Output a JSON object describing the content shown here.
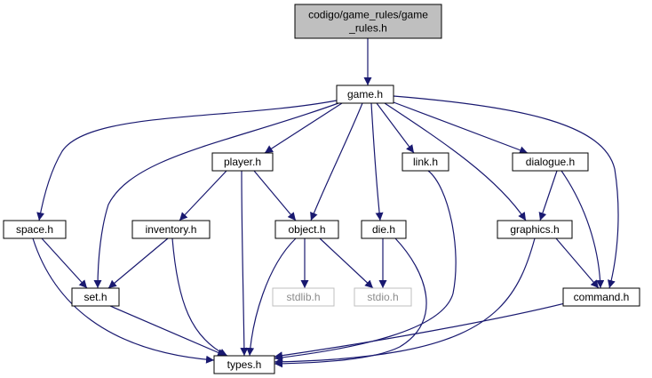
{
  "graph": {
    "nodes": [
      {
        "id": "root",
        "lines": [
          "codigo/game_rules/game",
          "_rules.h"
        ],
        "style": "root"
      },
      {
        "id": "game",
        "lines": [
          "game.h"
        ],
        "style": "normal"
      },
      {
        "id": "player",
        "lines": [
          "player.h"
        ],
        "style": "normal"
      },
      {
        "id": "link",
        "lines": [
          "link.h"
        ],
        "style": "normal"
      },
      {
        "id": "dialogue",
        "lines": [
          "dialogue.h"
        ],
        "style": "normal"
      },
      {
        "id": "space",
        "lines": [
          "space.h"
        ],
        "style": "normal"
      },
      {
        "id": "inventory",
        "lines": [
          "inventory.h"
        ],
        "style": "normal"
      },
      {
        "id": "object",
        "lines": [
          "object.h"
        ],
        "style": "normal"
      },
      {
        "id": "die",
        "lines": [
          "die.h"
        ],
        "style": "normal"
      },
      {
        "id": "graphics",
        "lines": [
          "graphics.h"
        ],
        "style": "normal"
      },
      {
        "id": "set",
        "lines": [
          "set.h"
        ],
        "style": "normal"
      },
      {
        "id": "stdlib",
        "lines": [
          "stdlib.h"
        ],
        "style": "external"
      },
      {
        "id": "stdio",
        "lines": [
          "stdio.h"
        ],
        "style": "external"
      },
      {
        "id": "command",
        "lines": [
          "command.h"
        ],
        "style": "normal"
      },
      {
        "id": "types",
        "lines": [
          "types.h"
        ],
        "style": "normal"
      }
    ],
    "edges": [
      [
        "root",
        "game"
      ],
      [
        "game",
        "space"
      ],
      [
        "game",
        "set"
      ],
      [
        "game",
        "player"
      ],
      [
        "game",
        "object"
      ],
      [
        "game",
        "die"
      ],
      [
        "game",
        "link"
      ],
      [
        "game",
        "graphics"
      ],
      [
        "game",
        "dialogue"
      ],
      [
        "game",
        "command"
      ],
      [
        "player",
        "inventory"
      ],
      [
        "player",
        "object"
      ],
      [
        "player",
        "types"
      ],
      [
        "link",
        "types"
      ],
      [
        "dialogue",
        "graphics"
      ],
      [
        "dialogue",
        "command"
      ],
      [
        "space",
        "set"
      ],
      [
        "space",
        "types"
      ],
      [
        "inventory",
        "set"
      ],
      [
        "inventory",
        "types"
      ],
      [
        "object",
        "stdlib"
      ],
      [
        "object",
        "stdio"
      ],
      [
        "object",
        "types"
      ],
      [
        "die",
        "stdio"
      ],
      [
        "die",
        "types"
      ],
      [
        "graphics",
        "command"
      ],
      [
        "graphics",
        "types"
      ],
      [
        "set",
        "types"
      ],
      [
        "command",
        "types"
      ]
    ],
    "colors": {
      "edge": "#191970",
      "node_border": "#000000",
      "node_fill": "#ffffff",
      "root_fill": "#bfbfbf",
      "external_border": "#bfbfbf",
      "external_text": "#8c8c8c",
      "text": "#000000"
    }
  }
}
